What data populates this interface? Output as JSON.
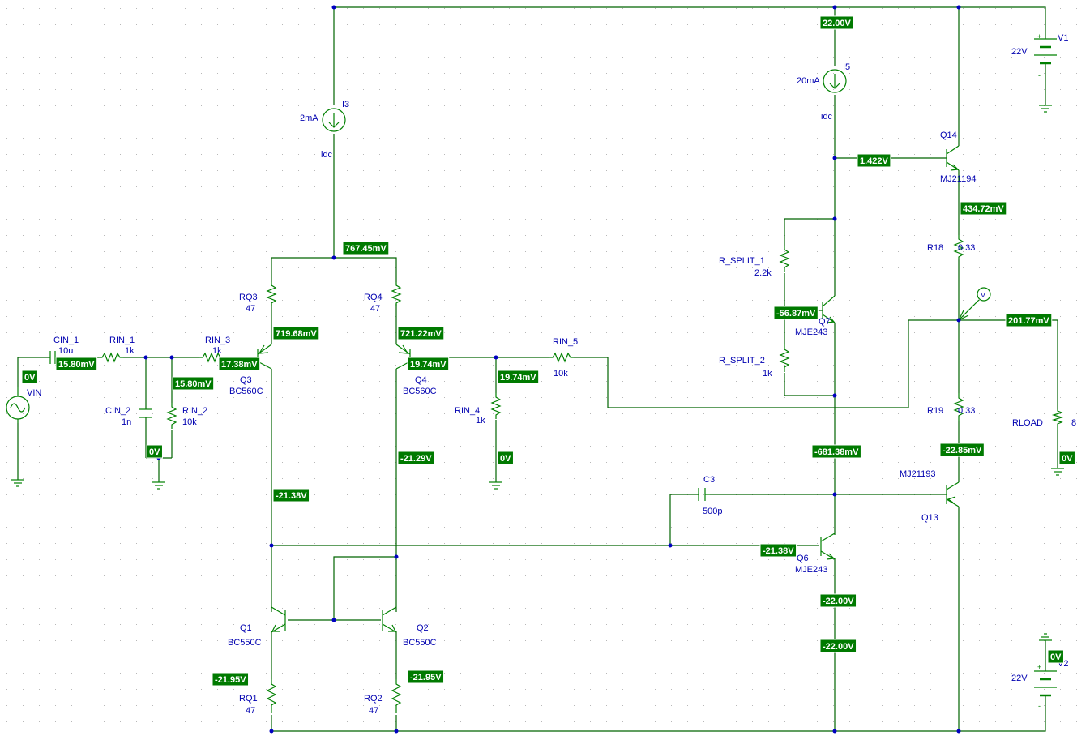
{
  "colors": {
    "wire": "#006400",
    "component": "#008000",
    "label": "#0000b0",
    "probe_bg": "#007a00",
    "probe_text": "#ffffff",
    "grid_dot": "#b8b8b8",
    "node_dot": "#0000c0"
  },
  "components": {
    "cin1": {
      "name": "CIN_1",
      "value": "10u"
    },
    "rin1": {
      "name": "RIN_1",
      "value": "1k"
    },
    "rin3": {
      "name": "RIN_3",
      "value": "1k"
    },
    "cin2": {
      "name": "CIN_2",
      "value": "1n"
    },
    "rin2": {
      "name": "RIN_2",
      "value": "10k"
    },
    "vin": {
      "name": "VIN"
    },
    "rq3": {
      "name": "RQ3",
      "value": "47"
    },
    "rq4": {
      "name": "RQ4",
      "value": "47"
    },
    "q3": {
      "name": "Q3",
      "model": "BC560C"
    },
    "q4": {
      "name": "Q4",
      "model": "BC560C"
    },
    "rin4": {
      "name": "RIN_4",
      "value": "1k"
    },
    "rin5": {
      "name": "RIN_5",
      "value": "10k"
    },
    "i3": {
      "name": "I3",
      "value": "2mA",
      "type": "idc"
    },
    "i5": {
      "name": "I5",
      "value": "20mA",
      "type": "idc"
    },
    "q1": {
      "name": "Q1",
      "model": "BC550C"
    },
    "q2": {
      "name": "Q2",
      "model": "BC550C"
    },
    "rq1": {
      "name": "RQ1",
      "value": "47"
    },
    "rq2": {
      "name": "RQ2",
      "value": "47"
    },
    "rsplit1": {
      "name": "R_SPLIT_1",
      "value": "2.2k"
    },
    "rsplit2": {
      "name": "R_SPLIT_2",
      "value": "1k"
    },
    "q7": {
      "name": "Q7",
      "model": "MJE243"
    },
    "q6": {
      "name": "Q6",
      "model": "MJE243"
    },
    "c3": {
      "name": "C3",
      "value": "500p"
    },
    "q14": {
      "name": "Q14",
      "model": "MJ21194"
    },
    "q13": {
      "name": "Q13",
      "model": "MJ21193"
    },
    "r18": {
      "name": "R18",
      "value": "0.33"
    },
    "r19": {
      "name": "R19",
      "value": "0.33"
    },
    "rload": {
      "name": "RLOAD",
      "value": "8"
    },
    "v1": {
      "name": "V1",
      "value": "22V"
    },
    "v2": {
      "name": "V2",
      "value": "22V"
    },
    "probe": {
      "name": "V"
    }
  },
  "probes": {
    "vin": "0V",
    "cin_out": "15.80mV",
    "rin2_top": "15.80mV",
    "cin2_gnd": "0V",
    "q3_base": "17.38mV",
    "q3_emitter": "719.68mV",
    "tail": "767.45mV",
    "q4_emitter": "721.22mV",
    "q4_base": "19.74mV",
    "rin4_top": "19.74mV",
    "rin4_gnd": "0V",
    "q1_collector": "-21.38V",
    "q2_collector": "-21.29V",
    "q1_emitter": "-21.95V",
    "q2_emitter": "-21.95V",
    "vplus": "22.00V",
    "q14_base": "1.422V",
    "q14_emitter": "434.72mV",
    "q7_base": "-56.87mV",
    "output": "201.77mV",
    "q13_base": "-681.38mV",
    "q13_emitter": "-22.85mV",
    "rload_gnd": "0V",
    "q6_base": "-21.38V",
    "q6_emitter": "-22.00V",
    "vminus": "-22.00V",
    "v2_top": "0V"
  },
  "supply_signs": {
    "plus": "+",
    "minus": "-"
  }
}
